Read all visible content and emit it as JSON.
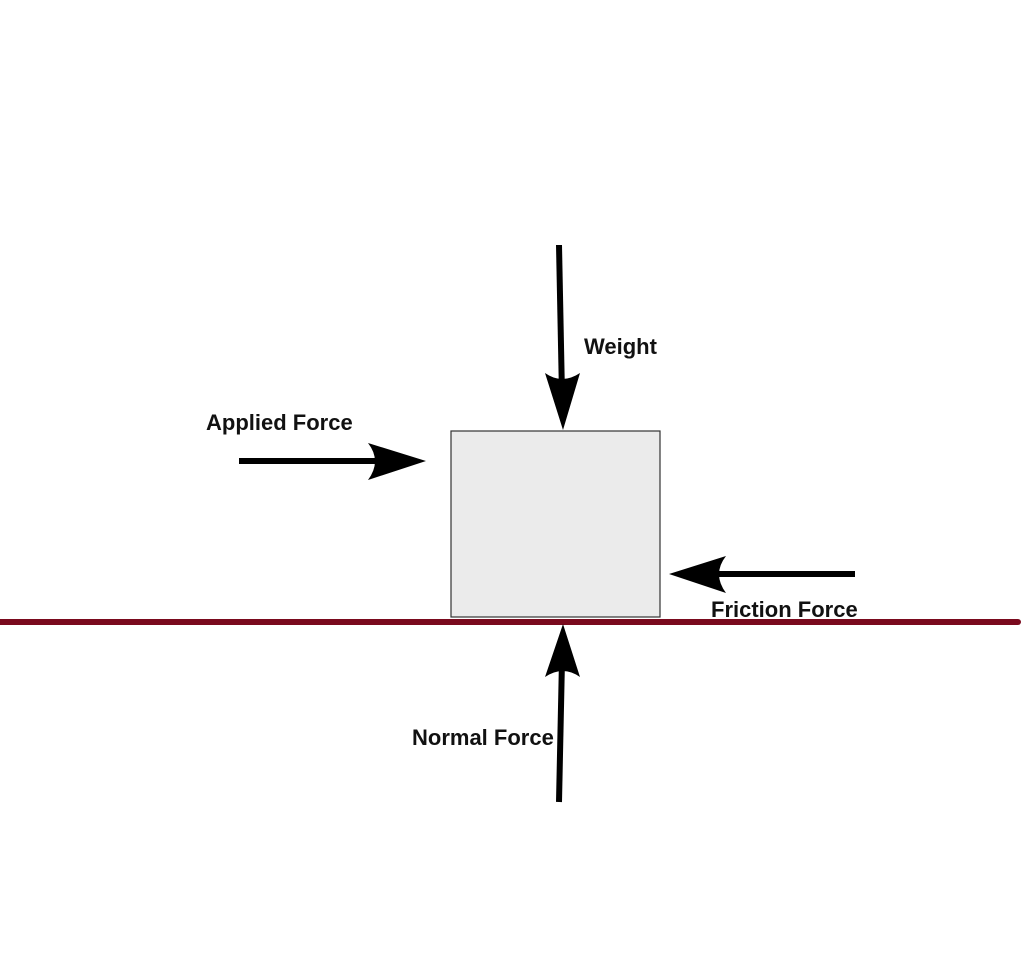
{
  "diagram": {
    "labels": {
      "weight": "Weight",
      "applied": "Applied Force",
      "friction": "Friction Force",
      "normal": "Normal Force"
    },
    "colors": {
      "ground": "#7a0a1e",
      "box_fill": "#ebebeb",
      "box_stroke": "#333333",
      "arrow": "#000000",
      "background": "#ffffff"
    }
  }
}
